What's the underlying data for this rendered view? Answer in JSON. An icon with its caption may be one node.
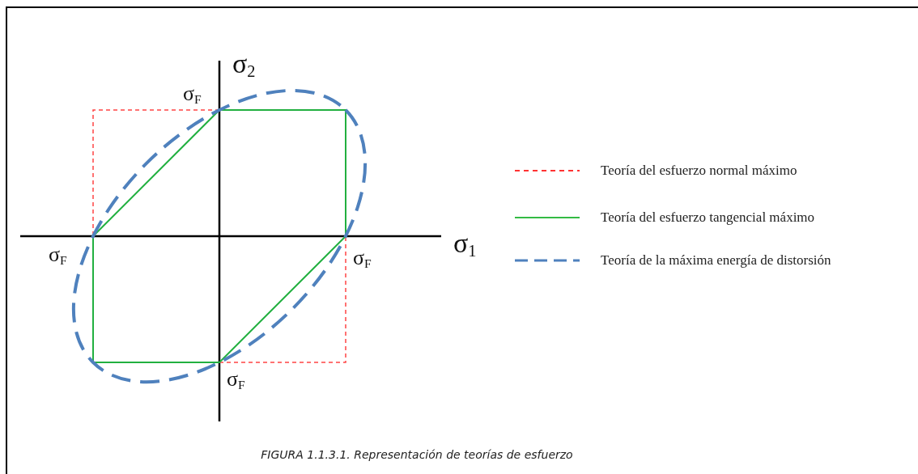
{
  "diagram": {
    "caption": "FIGURA 1.1.3.1.  Representación de teorías de esfuerzo",
    "labels": [
      "σ$_{2}$",
      "σ$_{F}$",
      "σ$_{F}$",
      "σ$_{1}$",
      "σ$_{F}$",
      "σ$_{F}$"
    ],
    "legend": [
      {
        "text": "Teoría del esfuerzo normal máximo"
      },
      {
        "text": "Teoría del esfuerzo tangencial máximo"
      },
      {
        "text": "Teoría de la máxima energía de distorsión"
      }
    ]
  }
}
